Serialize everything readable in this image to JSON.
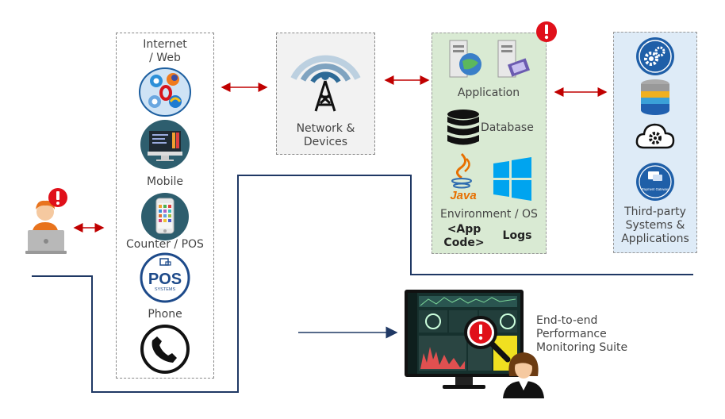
{
  "channels": {
    "internet_web": "Internet\n/ Web",
    "mobile": "Mobile",
    "counter_pos": "Counter / POS",
    "phone": "Phone"
  },
  "pos_icon": {
    "big": "POS",
    "small": "SYSTEMS"
  },
  "network": {
    "label": "Network &\nDevices"
  },
  "app_stack": {
    "application": "Application",
    "database": "Database",
    "java": "Java",
    "environment": "Environment / OS",
    "app_code": "<App\nCode>",
    "logs": "Logs"
  },
  "third_party": {
    "label": "Third-party\nSystems &\nApplications",
    "gateway_text": "Payment Gateway"
  },
  "monitor": {
    "label": "End-to-end\nPerformance\nMonitoring Suite"
  },
  "colors": {
    "arrow": "#c00000",
    "flow_line": "#1f3864",
    "app_box_bg": "#d9ead3",
    "third_party_bg": "#deebf7",
    "alert": "#e0101a",
    "icon_teal": "#2e5e6e"
  }
}
